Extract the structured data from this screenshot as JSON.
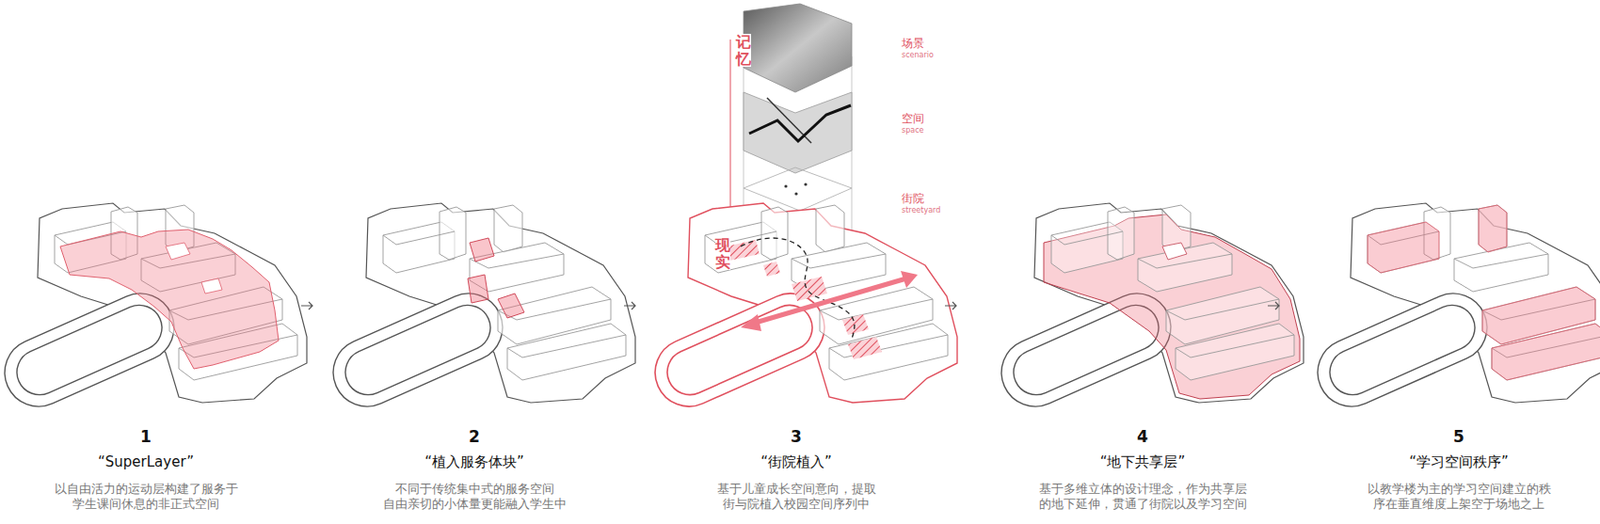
{
  "diagram": {
    "labels": [
      "记忆",
      "场景",
      "scenario",
      "空间",
      "space",
      "街院",
      "streetyard",
      "现实",
      "1",
      "“SuperLayer”",
      "以自由活力的运动层构建了服务于 学生课间休息的非正式空间",
      "2",
      "“植入服务体块”",
      "不同于传统集中式的服务空间 自由亲切的小体量更能融入学生中",
      "3",
      "“街院植入”",
      "基于儿童成长空间意向，提取 街与院植入校园空间序列中",
      "4",
      "“地下共享层”",
      "基于多维立体的设计理念，作为共享层 的地下延伸，贯通了街院以及学习空间",
      "5",
      "“学习空间秩序”",
      "以教学楼为主的学习空间建立的秩 序在垂直维度上架空于场地之上"
    ]
  }
}
